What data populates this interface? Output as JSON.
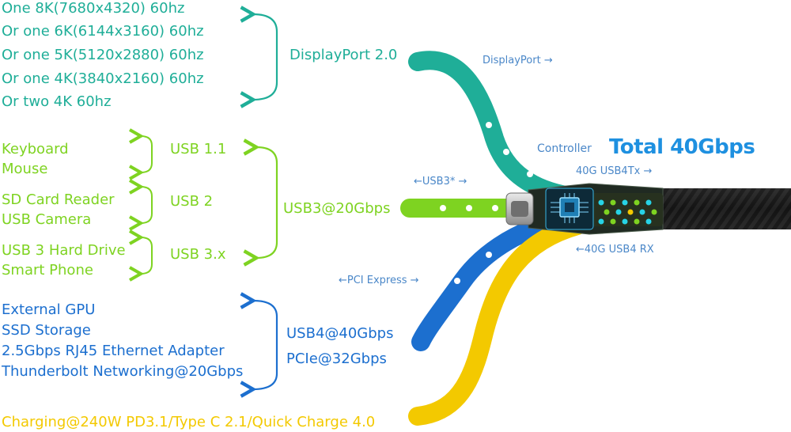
{
  "displayport": {
    "resolutions": [
      "One 8K(7680x4320) 60hz",
      "Or one 6K(6144x3160) 60hz",
      "Or one 5K(5120x2880) 60hz",
      "Or one 4K(3840x2160) 60hz",
      "Or two 4K 60hz"
    ],
    "label": "DisplayPort 2.0",
    "arrow_label": "DisplayPort →",
    "color": "#1fae98"
  },
  "usb3": {
    "groups": [
      {
        "devices": [
          "Keyboard",
          "Mouse"
        ],
        "label": "USB 1.1"
      },
      {
        "devices": [
          "SD Card Reader",
          "USB Camera"
        ],
        "label": "USB 2"
      },
      {
        "devices": [
          "USB 3 Hard Drive",
          "Smart Phone"
        ],
        "label": "USB 3.x"
      }
    ],
    "label": "USB3@20Gbps",
    "arrow_label": "←USB3* →",
    "color": "#7ed321"
  },
  "usb4": {
    "devices": [
      "External GPU",
      "SSD Storage",
      "2.5Gbps RJ45 Ethernet Adapter",
      "Thunderbolt Networking@20Gbps"
    ],
    "labels": [
      "USB4@40Gbps",
      "PCIe@32Gbps"
    ],
    "arrow_label": "←PCI Express →",
    "color": "#1c6fcf"
  },
  "charging": {
    "label": "Charging@240W PD3.1/Type C 2.1/Quick Charge 4.0",
    "color": "#f3c900"
  },
  "controller": {
    "label": "Controller",
    "total": "Total 40Gbps",
    "tx_label": "40G USB4Tx →",
    "rx_label": "←40G USB4 RX"
  }
}
